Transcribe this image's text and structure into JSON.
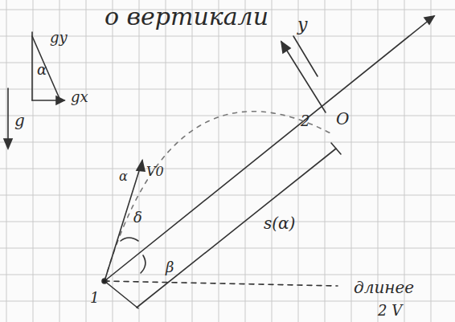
{
  "diagram": {
    "labels": [
      "о вертикали",
      "g",
      "gy",
      "gx",
      "α",
      "α",
      "V0",
      "δ",
      "β",
      "s(α)",
      "2",
      "O",
      "y",
      "1",
      "длинее",
      "2 V"
    ]
  }
}
